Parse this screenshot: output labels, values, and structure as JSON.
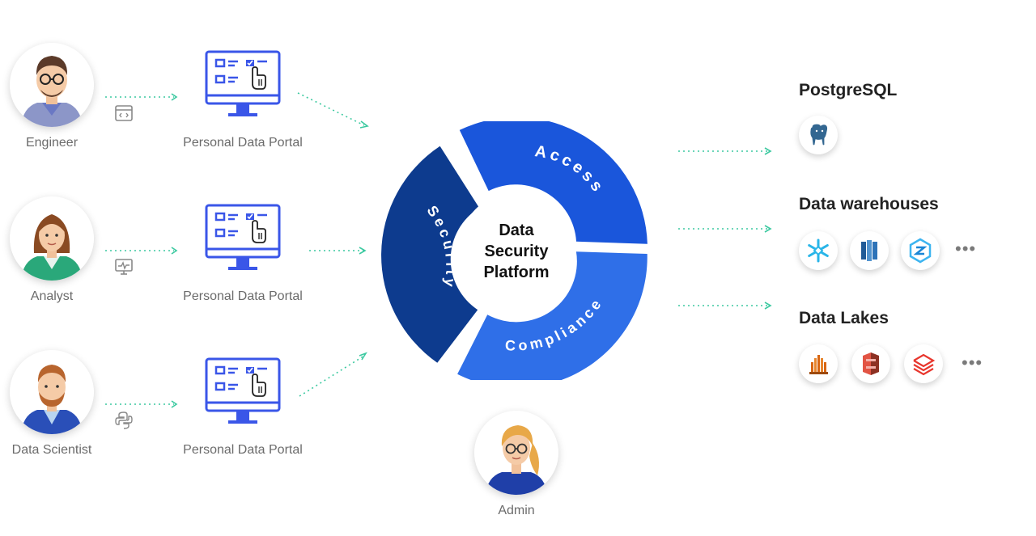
{
  "roles": [
    {
      "name": "Engineer",
      "tool_icon": "code-window-icon",
      "portal_label": "Personal Data Portal"
    },
    {
      "name": "Analyst",
      "tool_icon": "chart-monitor-icon",
      "portal_label": "Personal Data Portal"
    },
    {
      "name": "Data Scientist",
      "tool_icon": "python-icon",
      "portal_label": "Personal Data Portal"
    }
  ],
  "platform": {
    "title_line1": "Data",
    "title_line2": "Security",
    "title_line3": "Platform",
    "segments": {
      "access": "Access",
      "security": "Security",
      "compliance": "Compliance"
    }
  },
  "admin": {
    "name": "Admin"
  },
  "targets": [
    {
      "title": "PostgreSQL",
      "logos": [
        "postgresql-icon"
      ],
      "more": ""
    },
    {
      "title": "Data warehouses",
      "logos": [
        "snowflake-icon",
        "redshift-icon",
        "azure-synapse-icon"
      ],
      "more": "•••"
    },
    {
      "title": "Data Lakes",
      "logos": [
        "aws-athena-icon",
        "aws-s3-icon",
        "databricks-icon"
      ],
      "more": "•••"
    }
  ],
  "colors": {
    "access": "#1a56db",
    "security": "#0d3b8e",
    "compliance": "#2f6fe8",
    "dotted_line": "#3cc9a0",
    "portal_blue": "#3a56e8"
  }
}
